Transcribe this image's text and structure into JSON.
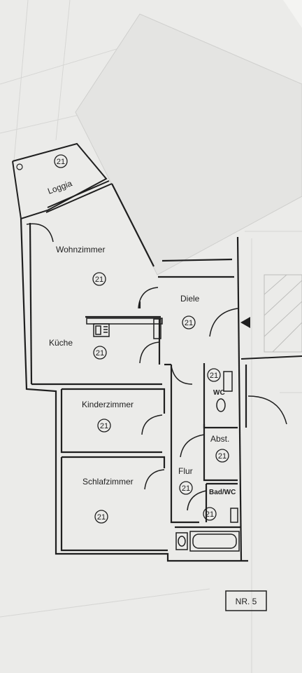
{
  "rooms": {
    "loggia": {
      "label": "Loggia",
      "marker": "21"
    },
    "wohnzimmer": {
      "label": "Wohnzimmer",
      "marker": "21"
    },
    "kueche": {
      "label": "Küche",
      "marker": "21"
    },
    "diele": {
      "label": "Diele",
      "marker": "21"
    },
    "wc": {
      "label": "WC",
      "marker": "21"
    },
    "kinderzimmer": {
      "label": "Kinderzimmer",
      "marker": "21"
    },
    "abst": {
      "label": "Abst.",
      "marker": "21"
    },
    "flur": {
      "label": "Flur",
      "marker": "21"
    },
    "schlafzimmer": {
      "label": "Schlafzimmer",
      "marker": "21"
    },
    "bad_wc": {
      "label": "Bad/WC",
      "marker": "21"
    }
  },
  "plan_number": "NR. 5",
  "colors": {
    "paper": "#efefed",
    "ink": "#1f1f1f",
    "overlay_sheet": "#e3e3e1"
  }
}
